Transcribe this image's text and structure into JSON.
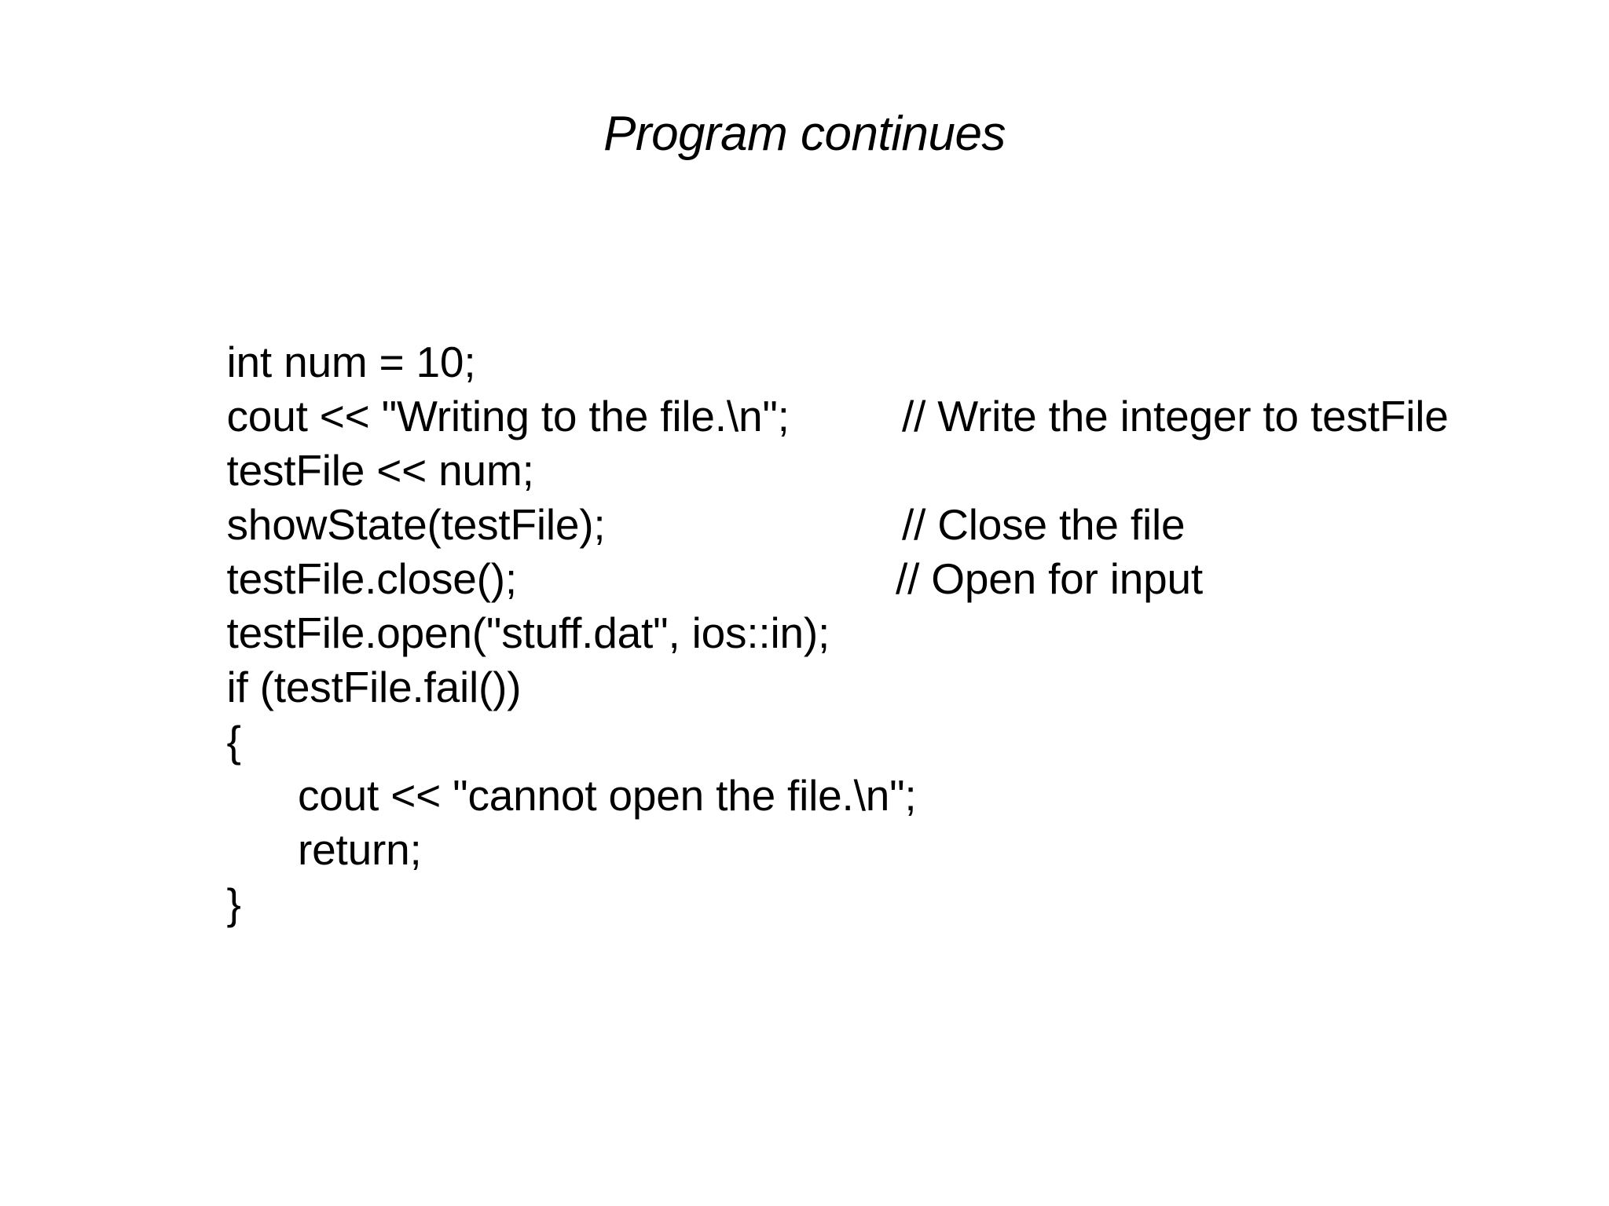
{
  "slide": {
    "title": "Program continues",
    "background_color": "#ffffff",
    "text_color": "#000000",
    "code_lines": [
      {
        "code": "int num = 10;",
        "comment": ""
      },
      {
        "code": "cout << \"Writing to the file.\\n\";",
        "comment": ""
      },
      {
        "code": "testFile << num;",
        "comment": "// Write the integer to testFile"
      },
      {
        "code": "showState(testFile);",
        "comment": ""
      },
      {
        "code": "testFile.close();",
        "comment": "// Close the file"
      },
      {
        "code": "testFile.open(\"stuff.dat\", ios::in);",
        "comment": "// Open for input"
      },
      {
        "code": "if (testFile.fail())",
        "comment": ""
      },
      {
        "code": "{",
        "comment": ""
      },
      {
        "code": "      cout << \"cannot open the file.\\n\";",
        "comment": ""
      },
      {
        "code": "      return;",
        "comment": ""
      },
      {
        "code": "}",
        "comment": ""
      }
    ]
  }
}
